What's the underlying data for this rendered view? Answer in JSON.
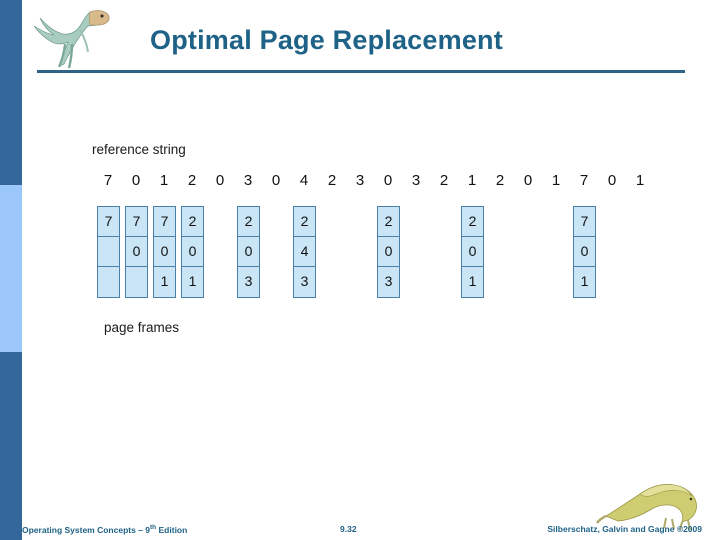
{
  "slide": {
    "title": "Optimal Page Replacement",
    "accent_color": "#1f6287",
    "rule_color": "#2e6484",
    "rail_dark_color": "#336699",
    "rail_light_color": "#9cc7fb"
  },
  "figure": {
    "reference_string_label": "reference string",
    "page_frames_label": "page frames",
    "frame_fill_color": "#c9e5f6",
    "frame_border_color": "#4a7fa8",
    "reference_string": [
      7,
      0,
      1,
      2,
      0,
      3,
      0,
      4,
      2,
      3,
      0,
      3,
      2,
      1,
      2,
      0,
      1,
      7,
      0,
      1
    ],
    "frame_columns": [
      {
        "ref_index": 0,
        "cells": [
          "7",
          "",
          ""
        ]
      },
      {
        "ref_index": 1,
        "cells": [
          "7",
          "0",
          ""
        ]
      },
      {
        "ref_index": 2,
        "cells": [
          "7",
          "0",
          "1"
        ]
      },
      {
        "ref_index": 3,
        "cells": [
          "2",
          "0",
          "1"
        ]
      },
      {
        "ref_index": 5,
        "cells": [
          "2",
          "0",
          "3"
        ]
      },
      {
        "ref_index": 7,
        "cells": [
          "2",
          "4",
          "3"
        ]
      },
      {
        "ref_index": 10,
        "cells": [
          "2",
          "0",
          "3"
        ]
      },
      {
        "ref_index": 13,
        "cells": [
          "2",
          "0",
          "1"
        ]
      },
      {
        "ref_index": 17,
        "cells": [
          "7",
          "0",
          "1"
        ]
      }
    ]
  },
  "footer": {
    "left_text_before": "Operating System Concepts – 9",
    "left_superscript": "th",
    "left_text_after": " Edition",
    "page_number": "9.32",
    "copyright": "Silberschatz, Galvin and Gagne ©2009"
  }
}
